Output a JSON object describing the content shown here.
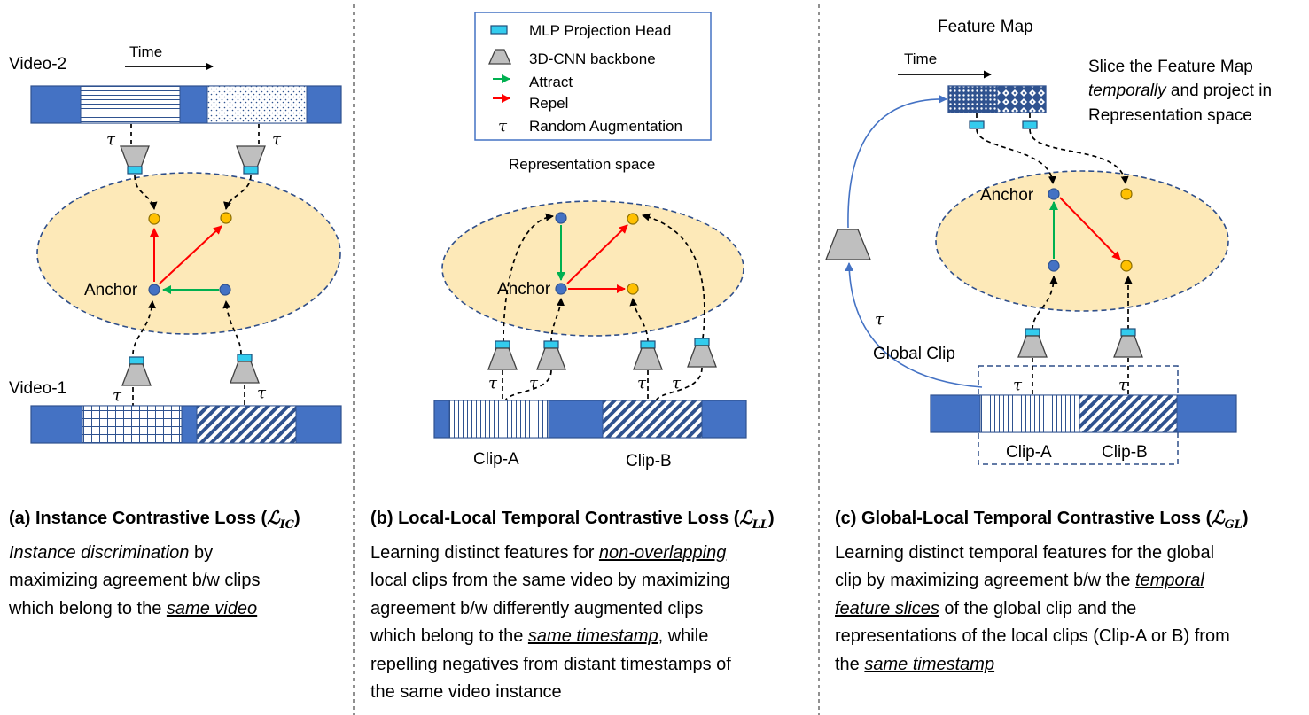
{
  "legend": {
    "mlp": "MLP Projection Head",
    "cnn": "3D-CNN backbone",
    "attract": "Attract",
    "repel": "Repel",
    "tau_symbol": "τ",
    "augmentation": "Random Augmentation"
  },
  "colors": {
    "attract": "#00b050",
    "repel": "#ff0000",
    "video_bar": "#4472c4",
    "space": "#fde9b8",
    "anchor": "#4472c4",
    "sample": "#ffc000",
    "mlp": "#33ccee"
  },
  "panel_a": {
    "video2": "Video-2",
    "video1": "Video-1",
    "time": "Time",
    "anchor": "Anchor",
    "tau": "τ",
    "caption": {
      "prefix": "(a) Instance Contrastive Loss (",
      "symbol": "ℒ",
      "sub": "IC",
      "suffix": ")",
      "l1a": "Instance discrimination",
      "l1b": " by",
      "l2": "maximizing agreement b/w clips",
      "l3a": "which belong to the ",
      "l3b": "same video"
    }
  },
  "panel_b": {
    "space": "Representation space",
    "anchor": "Anchor",
    "clip_a": "Clip-A",
    "clip_b": "Clip-B",
    "tau": "τ",
    "caption": {
      "prefix": "(b) Local-Local Temporal Contrastive Loss (",
      "symbol": "ℒ",
      "sub": "LL",
      "suffix": ")",
      "l1a": "Learning distinct features for ",
      "l1b": "non-overlapping",
      "l2": "local clips from the same video by maximizing",
      "l3": "agreement b/w differently augmented clips",
      "l4a": "which belong to the ",
      "l4b": "same timestamp",
      "l4c": ", while",
      "l5": "repelling negatives from distant timestamps of",
      "l6": "the same video instance"
    }
  },
  "panel_c": {
    "feature_map": "Feature Map",
    "time": "Time",
    "slice1": "Slice the Feature Map",
    "slice2a": "temporally",
    "slice2b": " and project in",
    "slice3": "Representation space",
    "anchor": "Anchor",
    "global_clip": "Global Clip",
    "clip_a": "Clip-A",
    "clip_b": "Clip-B",
    "tau": "τ",
    "caption": {
      "prefix": "(c) Global-Local Temporal Contrastive Loss (",
      "symbol": "ℒ",
      "sub": "GL",
      "suffix": ")",
      "l1": "Learning distinct temporal features for the global",
      "l2a": "clip by maximizing agreement b/w the ",
      "l2b": "temporal",
      "l3a": "feature slices",
      "l3b": " of the global clip and the",
      "l4": "representations of the local clips (Clip-A or B) from",
      "l5a": "the ",
      "l5b": "same timestamp"
    }
  }
}
